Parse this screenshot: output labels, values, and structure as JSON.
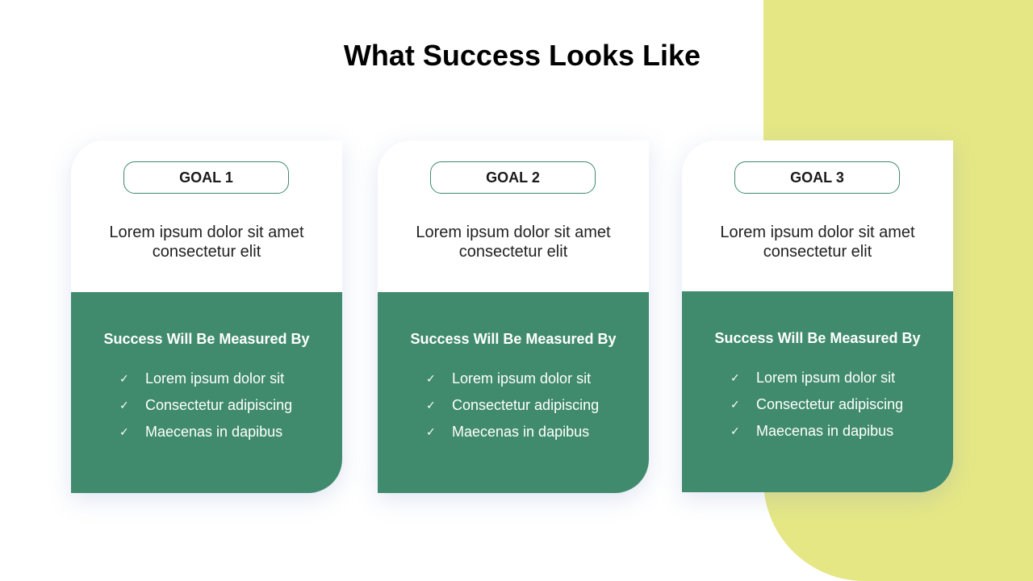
{
  "title": "What Success Looks Like",
  "colors": {
    "green": "#408b6d",
    "yellow": "#e5e785"
  },
  "cards": [
    {
      "goal": "GOAL 1",
      "description": "Lorem ipsum dolor sit amet consectetur elit",
      "heading": "Success Will Be Measured By",
      "items": [
        "Lorem ipsum dolor sit",
        "Consectetur adipiscing",
        "Maecenas in dapibus"
      ]
    },
    {
      "goal": "GOAL 2",
      "description": "Lorem ipsum dolor sit amet consectetur elit",
      "heading": "Success Will Be Measured By",
      "items": [
        "Lorem ipsum dolor sit",
        "Consectetur adipiscing",
        "Maecenas in dapibus"
      ]
    },
    {
      "goal": "GOAL 3",
      "description": "Lorem ipsum dolor sit amet consectetur elit",
      "heading": "Success Will Be Measured By",
      "items": [
        "Lorem ipsum dolor sit",
        "Consectetur adipiscing",
        "Maecenas in dapibus"
      ]
    }
  ],
  "check_glyph": "✓"
}
